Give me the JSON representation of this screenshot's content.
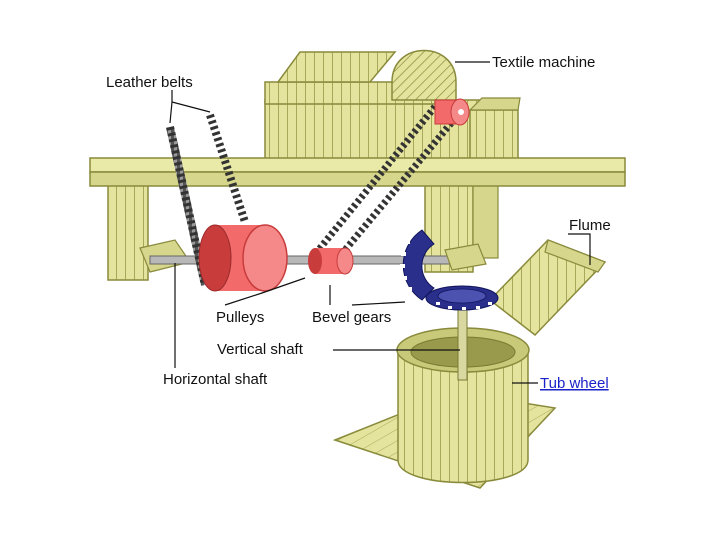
{
  "labels": {
    "textile_machine": "Textile machine",
    "leather_belts": "Leather belts",
    "flume": "Flume",
    "pulleys": "Pulleys",
    "bevel_gears": "Bevel gears",
    "vertical_shaft": "Vertical shaft",
    "horizontal_shaft": "Horizontal shaft",
    "tub_wheel": "Tub wheel"
  },
  "colors": {
    "wood": "#e4e49e",
    "wood_shadow": "#c9c97a",
    "wood_line": "#8a8a3c",
    "pulley": "#f26a6a",
    "pulley_dark": "#c83c3c",
    "gear": "#2a2f8c",
    "belt": "#444444",
    "link": "#1a22c8"
  }
}
